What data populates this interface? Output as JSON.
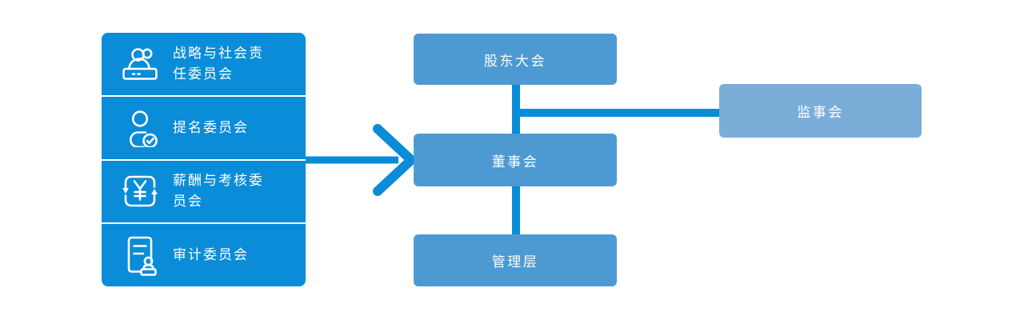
{
  "colors": {
    "primary_blue": "#0a8cd8",
    "node_blue": "#4d9ad3",
    "node_light_blue": "#7badd9",
    "text_white": "#ffffff",
    "background": "#ffffff"
  },
  "committee_panel": {
    "items": [
      {
        "id": "strategy",
        "label": "战略与社会责任委员会",
        "icon": "meeting-desk-icon"
      },
      {
        "id": "nomination",
        "label": "提名委员会",
        "icon": "person-check-icon"
      },
      {
        "id": "remuneration",
        "label": "薪酬与考核委员会",
        "icon": "yuan-cycle-icon"
      },
      {
        "id": "audit",
        "label": "审计委员会",
        "icon": "document-person-icon"
      }
    ]
  },
  "org_nodes": {
    "shareholders": "股东大会",
    "board": "董事会",
    "management": "管理层",
    "supervisory": "监事会"
  },
  "edges": [
    "股东大会-董事会",
    "董事会-管理层",
    "股东大会/董事会连线-监事会",
    "委员会面板→董事会(箭头)"
  ]
}
